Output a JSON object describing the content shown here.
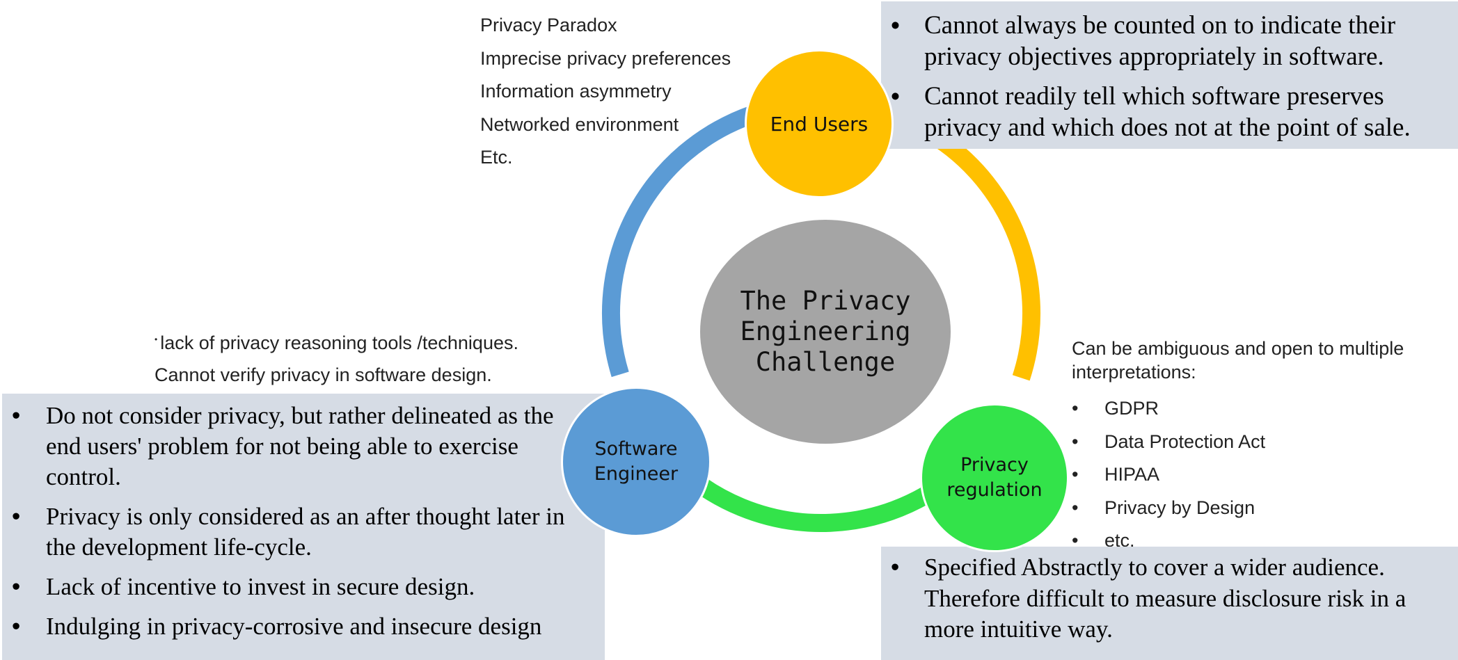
{
  "center": {
    "title": "The Privacy Engineering Challenge",
    "color": "#a5a5a5"
  },
  "nodes": {
    "users": {
      "label": "End Users",
      "color": "#ffc000"
    },
    "engineer": {
      "label": "Software\nEngineer",
      "color": "#5b9bd5"
    },
    "regulation": {
      "label": "Privacy\nregulation",
      "color": "#33e34a"
    }
  },
  "ring_colors": {
    "blue": "#5b9bd5",
    "yellow": "#ffc000",
    "green": "#33e34a"
  },
  "users_notes": [
    "Privacy Paradox",
    "Imprecise privacy preferences",
    "Information asymmetry",
    "Networked environment",
    "Etc."
  ],
  "users_panel": [
    "Cannot always be counted on to indicate their privacy objectives appropriately in software.",
    "Cannot readily tell which software preserves privacy and which does not at the point of sale."
  ],
  "engineer_notes": [
    "lack of  privacy reasoning tools /techniques.",
    "Cannot verify privacy in software design."
  ],
  "engineer_panel": [
    "Do not consider privacy, but rather delineated as the end users' problem for not being able to exercise control.",
    "Privacy is only considered  as an after thought later in the development life-cycle.",
    "Lack of incentive to invest in secure design.",
    "Indulging in privacy-corrosive and insecure design"
  ],
  "regulation_notes": {
    "intro": "Can be ambiguous and open to multiple interpretations:",
    "items": [
      "GDPR",
      "Data Protection Act",
      "HIPAA",
      "Privacy by Design",
      "etc."
    ]
  },
  "regulation_panel": [
    "Specified Abstractly to cover a wider audience. Therefore  difficult to measure disclosure risk in a more intuitive way."
  ],
  "panel_color": "#d6dce5"
}
